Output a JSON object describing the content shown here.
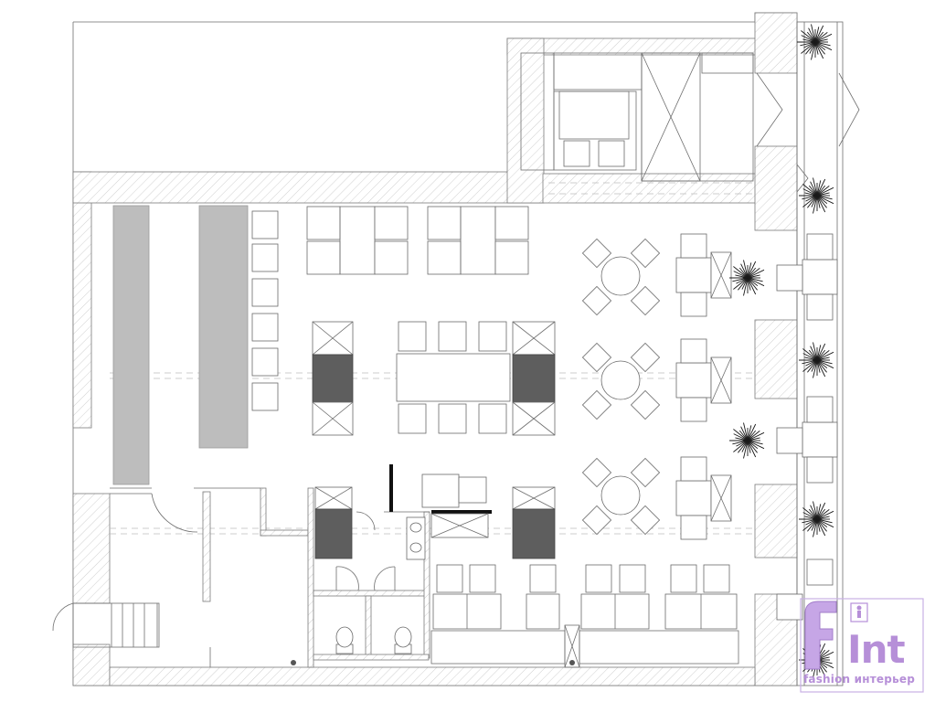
{
  "logo": {
    "word": "Int",
    "tagline": "fashion интерьер",
    "color": "#b68fd8"
  },
  "palette": {
    "wall_line": "#7a7a7a",
    "bar_counter": "#bdbdbd",
    "dark_units": "#5e5e5e",
    "black_walls": "#111111"
  },
  "icons": [
    "hatch-wall",
    "door-swing",
    "toilet-icon",
    "sink-icon",
    "palm-plant-icon"
  ]
}
